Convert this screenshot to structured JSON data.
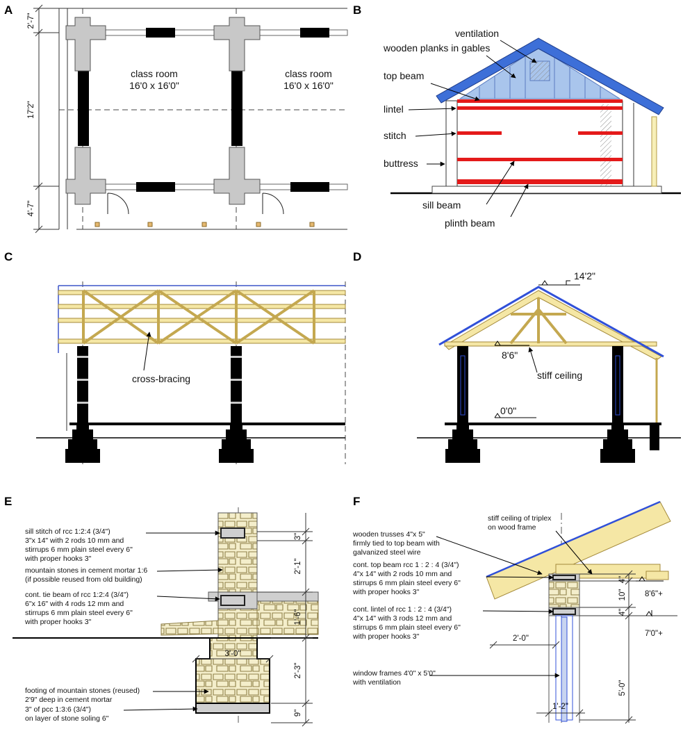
{
  "panels": {
    "A": {
      "letter": "A",
      "room1": [
        "class room",
        "16'0 x 16'0\""
      ],
      "room2": [
        "class room",
        "16'0 x 16'0\""
      ],
      "dims": {
        "top": "2'-7\"",
        "mid": "17'2\"",
        "bottom": "4'-7\""
      }
    },
    "B": {
      "letter": "B",
      "labels": {
        "ventilation": "ventilation",
        "planks": "wooden planks in gables",
        "top_beam": "top beam",
        "lintel": "lintel",
        "stitch": "stitch",
        "buttress": "buttress",
        "sill_beam": "sill beam",
        "plinth_beam": "plinth beam"
      }
    },
    "C": {
      "letter": "C",
      "label": "cross-bracing"
    },
    "D": {
      "letter": "D",
      "label": "stiff ceiling",
      "levels": {
        "ridge": "14'2\"",
        "ceiling": "8'6\"",
        "floor": "0'0\""
      }
    },
    "E": {
      "letter": "E",
      "notes": {
        "sill_stitch": [
          "sill stitch of rcc 1:2:4 (3/4\")",
          "3\"x 14\" with 2 rods 10 mm and",
          "stirrups 6 mm plain steel every 6\"",
          "with proper hooks 3\""
        ],
        "mountain_stones": [
          "mountain stones in cement mortar 1:6",
          "(if possible reused from old building)"
        ],
        "tie_beam": [
          "cont. tie beam of rcc 1:2:4 (3/4\")",
          "6\"x 16\" with 4 rods 12 mm and",
          "stirrups 6 mm plain steel every 6\"",
          "with proper hooks 3\""
        ],
        "footing": [
          "footing of mountain stones (reused)",
          "2'9\" deep in cement mortar"
        ],
        "pcc": [
          "3\" of pcc 1:3:6 (3/4\")",
          "on layer of stone soling 6\""
        ]
      },
      "dims": {
        "d1": "3\"",
        "d2": "2'-1\"",
        "d3": "1'-6\"",
        "d4": "2'-3\"",
        "d5": "9\"",
        "width": "3'-0\""
      }
    },
    "F": {
      "letter": "F",
      "notes": {
        "trusses": [
          "wooden trusses 4\"x 5\"",
          "firmly tied to top beam with",
          "galvanized steel wire"
        ],
        "ceiling": [
          "stiff ceiling of triplex",
          "on wood frame"
        ],
        "top_beam": [
          "cont. top beam rcc 1 : 2 : 4 (3/4\")",
          "4\"x 14\" with 2 rods 10 mm and",
          "stirrups 6 mm plain steel every 6\"",
          "with proper hooks 3\""
        ],
        "lintel": [
          "cont. lintel of rcc 1 : 2 : 4 (3/4\")",
          "4\"x 14\" with 3 rods 12 mm and",
          "stirrups 6 mm plain steel every 6\"",
          "with proper hooks 3\""
        ],
        "window": [
          "window frames 4'0\" x 5'0\"",
          "with ventilation"
        ]
      },
      "dims": {
        "d4a": "4\"",
        "d10": "10\"",
        "d4b": "4\"",
        "d50": "5'-0\"",
        "w20": "2'-0\"",
        "w12": "1'-2\"",
        "lvl86": "8'6\"+",
        "lvl70": "7'0\"+"
      }
    }
  }
}
